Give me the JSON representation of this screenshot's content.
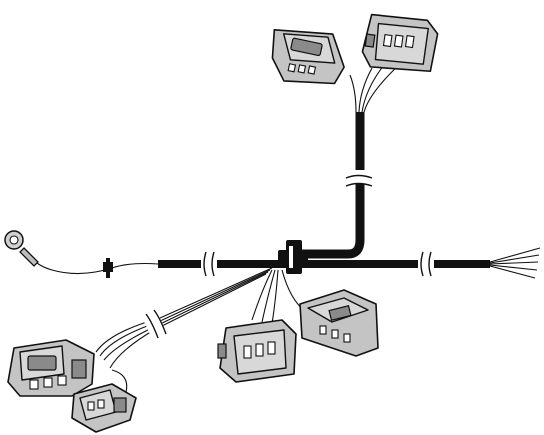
{
  "diagram": {
    "type": "wiring-harness-illustration",
    "branches": [
      {
        "id": "top",
        "end": "two-connectors-top"
      },
      {
        "id": "right",
        "end": "loose-wire-ends"
      },
      {
        "id": "left",
        "end": "ring-terminal"
      },
      {
        "id": "lower-left",
        "end": "two-connectors-lower-left"
      },
      {
        "id": "lower-middle",
        "end": "two-connectors-lower-middle"
      }
    ],
    "colors": {
      "cable": "#111111",
      "connector": "#c4c4c4",
      "background": "#ffffff"
    }
  }
}
